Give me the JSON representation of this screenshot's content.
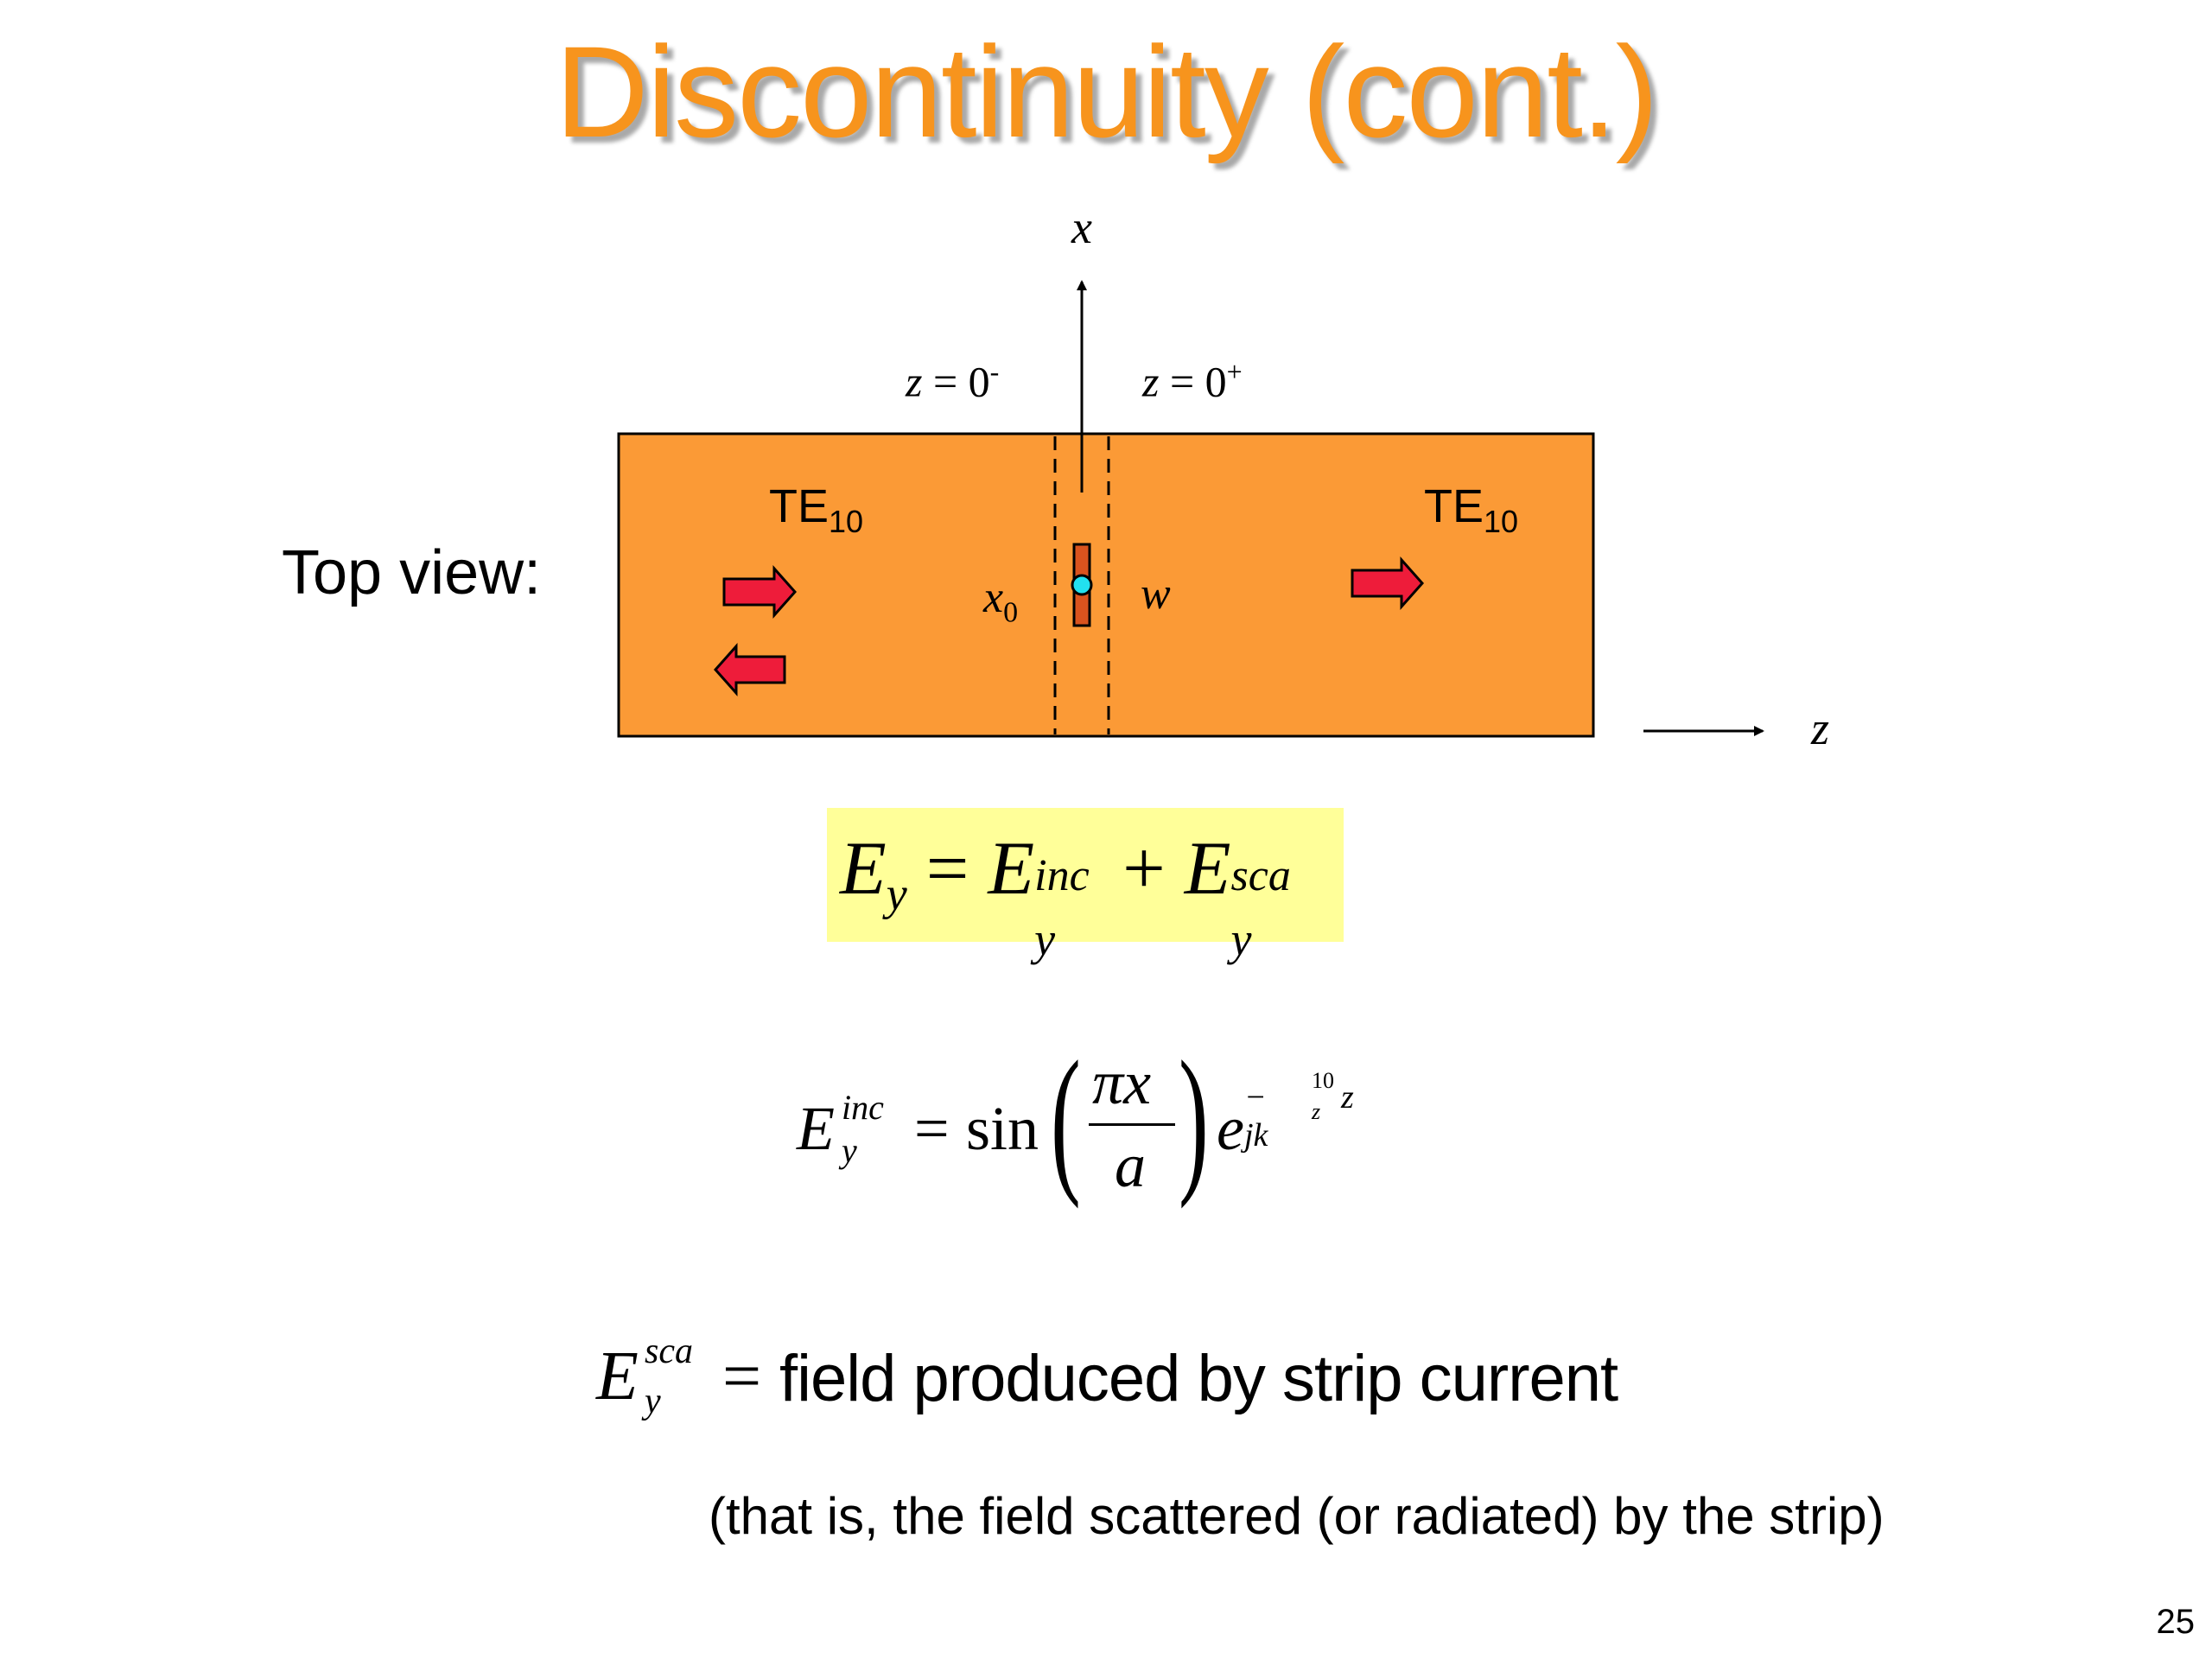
{
  "title": "Discontinuity (cont.)",
  "diagram": {
    "view_label": "Top view:",
    "x_axis_label": "x",
    "z_axis_label": "z",
    "left_plane": {
      "var": "z",
      "eq": "= 0",
      "sup": "-"
    },
    "right_plane": {
      "var": "z",
      "eq": "= 0",
      "sup": "+"
    },
    "mode_left": {
      "base": "TE",
      "sub": "10"
    },
    "mode_right": {
      "base": "TE",
      "sub": "10"
    },
    "x0_label": {
      "base": "x",
      "sub": "0"
    },
    "w_label": "w",
    "colors": {
      "guide_fill": "#fb9a36",
      "arrow_fill": "#ee1c3a",
      "strip_fill": "#d9531e",
      "point_fill": "#22e0ef",
      "title": "#f7941d",
      "equation_highlight": "#ffff99"
    }
  },
  "equation_total": {
    "E": "E",
    "sub": "y",
    "equals": "=",
    "inc_sup": "inc",
    "plus": "+",
    "sca_sup": "sca"
  },
  "equation_incident": {
    "E": "E",
    "sub": "y",
    "sup": "inc",
    "equals": "=",
    "func": "sin",
    "numerator": "πx",
    "denominator": "a",
    "exp_base": "e",
    "exp": "− jk",
    "exp_k_sup": "10",
    "exp_k_sub": "z",
    "exp_z": "z"
  },
  "equation_scattered": {
    "E": "E",
    "sub": "y",
    "sup": "sca",
    "equals": "=",
    "text": "field produced by strip current"
  },
  "note": "(that is, the field scattered (or radiated) by the strip)",
  "page_number": "25"
}
